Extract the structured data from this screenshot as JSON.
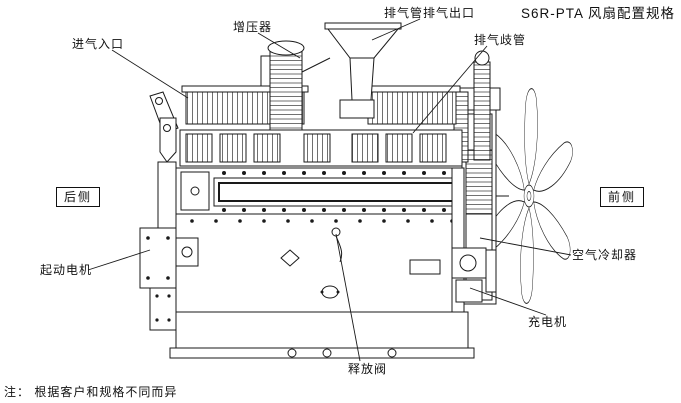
{
  "title": "S6R-PTA 风扇配置规格",
  "labels": {
    "intake_inlet": "进气入口",
    "turbocharger": "增压器",
    "exhaust_outlet": "排气管排气出口",
    "exhaust_manifold": "排气歧管",
    "rear_side": "后侧",
    "front_side": "前侧",
    "starter_motor": "起动电机",
    "air_cooler": "空气冷却器",
    "alternator": "充电机",
    "release_valve": "释放阀"
  },
  "note": "注： 根据客户和规格不同而异",
  "colors": {
    "line": "#1a1a1a",
    "background": "#ffffff"
  }
}
